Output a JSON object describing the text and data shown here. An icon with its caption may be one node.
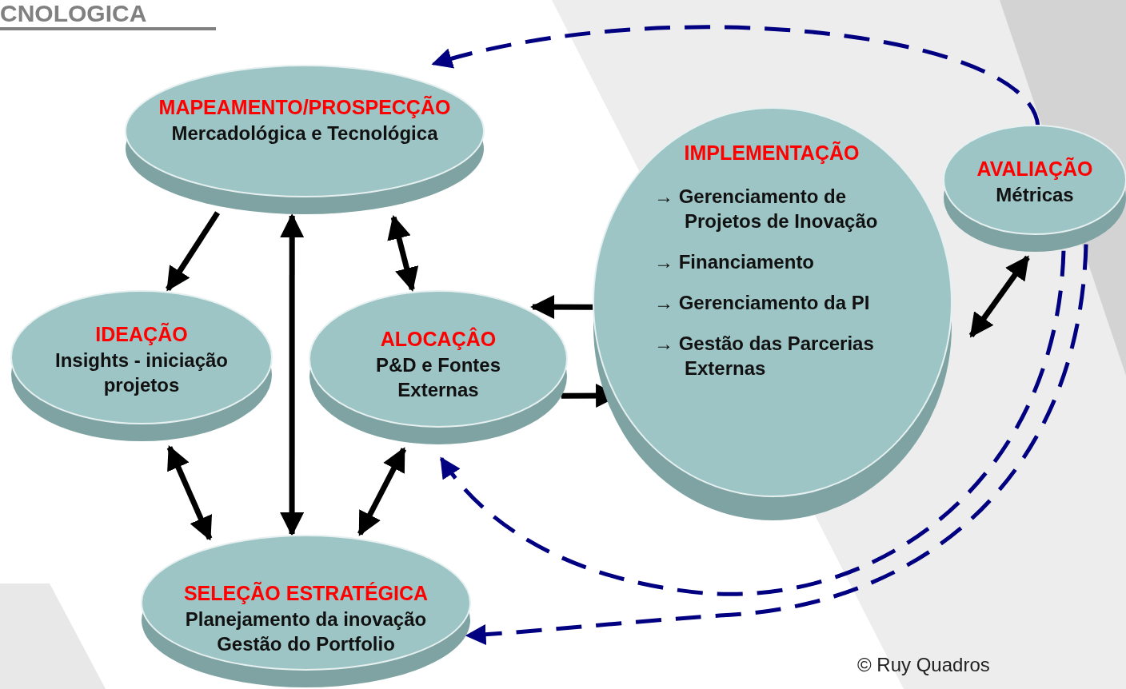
{
  "diagram": {
    "title": "CNOLOGICA",
    "nodes": [
      {
        "text": [
          "MAPEAMENTO/PROSPECÇÃO",
          "Mercadológica e Tecnológica"
        ]
      },
      {
        "text": [
          "IDEAÇÃO",
          "Insights - iniciação projetos"
        ]
      },
      {
        "text": [
          "ALOCAÇÂO",
          "P&D e Fontes Externas"
        ]
      },
      {
        "text": [
          "IMPLEMENTAÇÃO",
          "→ Gerenciamento de Projetos de Inovação",
          "→ Financiamento",
          "→ Gerenciamento da PI",
          "→ Gestão das Parcerias Externas"
        ]
      },
      {
        "text": [
          "AVALIAÇÃO",
          "Métricas"
        ]
      },
      {
        "text": [
          "SELEÇÃO ESTRATÉGICA",
          "Planejamento da inovação",
          "Gestão do Portfolio"
        ]
      }
    ],
    "edges": [
      {
        "from": 0,
        "to": 1,
        "arrow": "to"
      },
      {
        "from": 0,
        "to": 5,
        "arrow": "both"
      },
      {
        "from": 0,
        "to": 2,
        "arrow": "both"
      },
      {
        "from": 1,
        "to": 5,
        "arrow": "both"
      },
      {
        "from": 2,
        "to": 5,
        "arrow": "both"
      },
      {
        "from": 3,
        "to": 2,
        "arrow": "to"
      },
      {
        "from": 2,
        "to": 3,
        "arrow": "to"
      },
      {
        "from": 4,
        "to": 3,
        "arrow": "both"
      },
      {
        "from": 4,
        "to": 0,
        "arrow": "to",
        "style": "dashed",
        "color": "#000080"
      },
      {
        "from": 4,
        "to": 2,
        "arrow": "to",
        "style": "dashed",
        "color": "#000080"
      },
      {
        "from": 4,
        "to": 5,
        "arrow": "to",
        "style": "dashed",
        "color": "#000080"
      }
    ],
    "labels": [
      "© Ruy Quadros"
    ]
  }
}
